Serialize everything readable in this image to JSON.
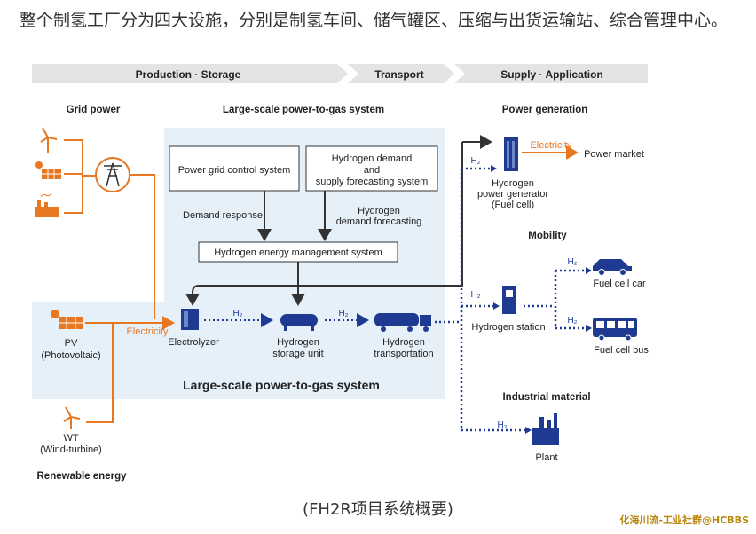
{
  "intro_text": "整个制氢工厂分为四大设施，分别是制氢车间、储气罐区、压缩与出货运输站、综合管理中心。",
  "caption": "(FH2R项目系统概要)",
  "watermark": "化海川流-工业社群@HCBBS",
  "colors": {
    "orange": "#e87722",
    "navy": "#1f3a93",
    "panel": "#e6f0f9",
    "band": "#e6e6e6"
  },
  "bands": {
    "production_storage": "Production · Storage",
    "transport": "Transport",
    "supply_application": "Supply · Application"
  },
  "left": {
    "grid_power": "Grid power",
    "pv_1": "PV",
    "pv_2": "(Photovoltaic)",
    "wt_1": "WT",
    "wt_2": "(Wind-turbine)",
    "renewable": "Renewable energy",
    "electricity": "Electricity"
  },
  "system": {
    "title_top": "Large-scale power-to-gas system",
    "title_bottom": "Large-scale power-to-gas system",
    "box_grid_control": "Power grid control system",
    "box_forecast_1": "Hydrogen demand",
    "box_forecast_2": "and",
    "box_forecast_3": "supply forecasting system",
    "demand_response": "Demand response",
    "demand_forecast_1": "Hydrogen",
    "demand_forecast_2": "demand forecasting",
    "box_hems": "Hydrogen energy management system",
    "electrolyzer": "Electrolyzer",
    "storage_1": "Hydrogen",
    "storage_2": "storage unit",
    "transport_1": "Hydrogen",
    "transport_2": "transportation",
    "h2": "H₂"
  },
  "right": {
    "power_generation": "Power generation",
    "electricity": "Electricity",
    "power_market": "Power market",
    "generator_1": "Hydrogen",
    "generator_2": "power generator",
    "generator_3": "(Fuel cell)",
    "mobility": "Mobility",
    "station": "Hydrogen station",
    "car": "Fuel cell car",
    "bus": "Fuel cell bus",
    "industrial": "Industrial material",
    "plant": "Plant",
    "h2": "H₂"
  },
  "icons": [
    "wind-turbine-icon",
    "solar-panel-icon",
    "factory-icon",
    "transmission-tower-icon",
    "electrolyzer-icon",
    "storage-tank-icon",
    "tanker-truck-icon",
    "fuel-cell-generator-icon",
    "hydrogen-station-icon",
    "car-icon",
    "bus-icon",
    "plant-icon"
  ]
}
